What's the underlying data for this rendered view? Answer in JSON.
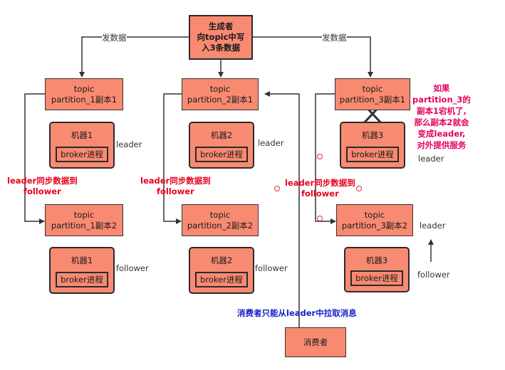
{
  "producer": {
    "line1": "生成者",
    "line2": "向topic中写",
    "line3": "入3条数据"
  },
  "send_label_left": "发数据",
  "send_label_right": "发数据",
  "partitions": [
    {
      "leader": {
        "line1": "topic",
        "line2": "partition_1副本1"
      },
      "follower": {
        "line1": "topic",
        "line2": "partition_1副本2"
      },
      "machine_top": "机器1",
      "machine_bottom": "机器1",
      "process": "broker进程",
      "role_top": "leader",
      "role_bottom": "follower",
      "sync": {
        "line1": "leader同步数据到",
        "line2": "follower"
      }
    },
    {
      "leader": {
        "line1": "topic",
        "line2": "partition_2副本1"
      },
      "follower": {
        "line1": "topic",
        "line2": "partition_2副本2"
      },
      "machine_top": "机器2",
      "machine_bottom": "机器2",
      "process": "broker进程",
      "role_top": "leader",
      "role_bottom": "follower",
      "sync": {
        "line1": "leader同步数据到",
        "line2": "follower"
      }
    },
    {
      "leader": {
        "line1": "topic",
        "line2": "partition_3副本1"
      },
      "follower": {
        "line1": "topic",
        "line2": "partition_3副本2"
      },
      "machine_top": "机器3",
      "machine_bottom": "机器3",
      "process": "broker进程",
      "role_top": "leader",
      "role_bottom": "leader",
      "role_bottom_old": "follower",
      "sync": {
        "line1": "leader同步数据到",
        "line2": "follower"
      }
    }
  ],
  "failover_note": {
    "l1": "如果",
    "l2": "partition_3的",
    "l3": "副本1宕机了,",
    "l4": "那么副本2就会",
    "l5": "变成leader,",
    "l6": "对外提供服务"
  },
  "consumer_note": "消费者只能从leader中拉取消息",
  "consumer": "消费者",
  "colors": {
    "box_fill": "#f88a72",
    "sync_text": "#e8001c",
    "note_text": "#e5005f",
    "consumer_text": "#1420c8"
  }
}
